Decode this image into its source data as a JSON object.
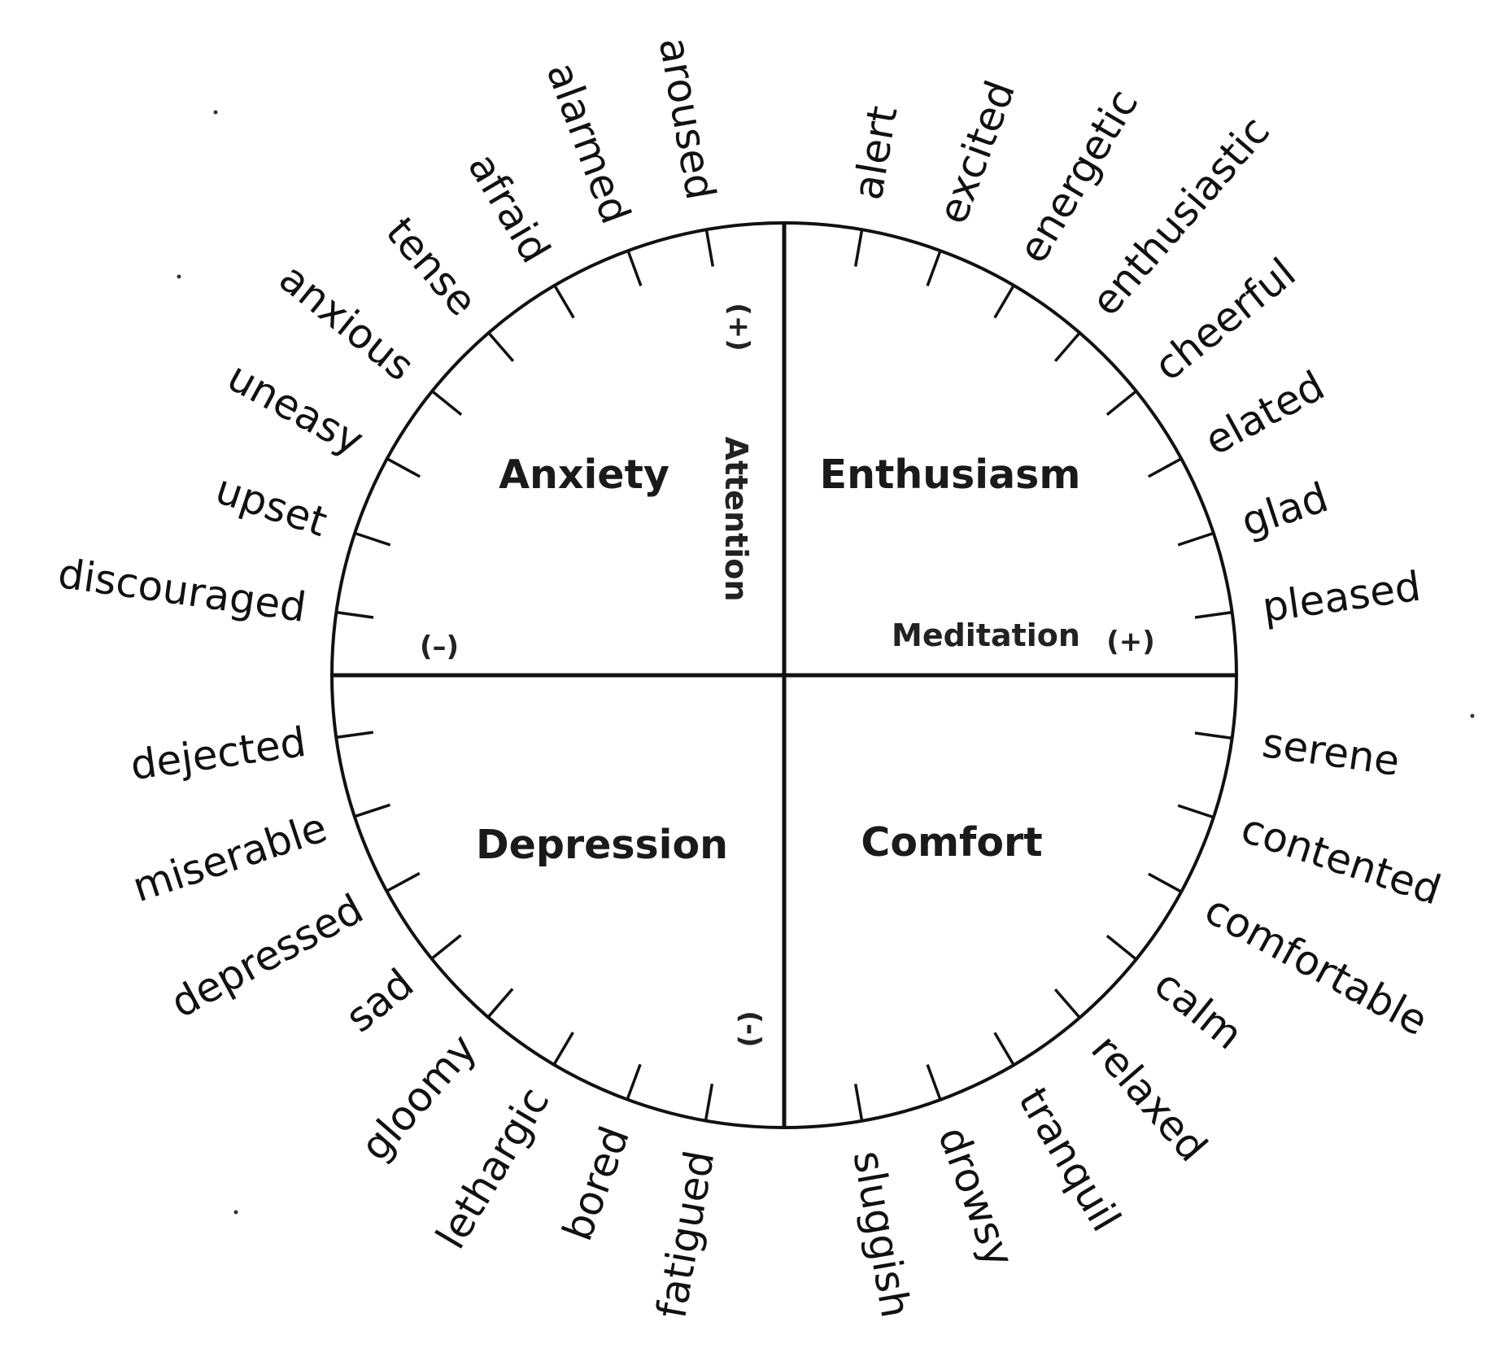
{
  "diagram": {
    "quadrants": {
      "top_left": "Anxiety",
      "top_right": "Enthusiasm",
      "bottom_left": "Depression",
      "bottom_right": "Comfort"
    },
    "axes": {
      "vertical": {
        "label": "Attention",
        "positive": "(+)",
        "negative": "(-)"
      },
      "horizontal": {
        "label": "Meditation",
        "positive": "(+)",
        "negative": "(–)"
      }
    },
    "emotions": {
      "top_left": [
        "discouraged",
        "upset",
        "uneasy",
        "anxious",
        "tense",
        "afraid",
        "alarmed",
        "aroused"
      ],
      "top_right": [
        "alert",
        "excited",
        "energetic",
        "enthusiastic",
        "cheerful",
        "elated",
        "glad",
        "pleased"
      ],
      "bottom_right": [
        "serene",
        "contented",
        "comfortable",
        "calm",
        "relaxed",
        "tranquil",
        "drowsy",
        "sluggish"
      ],
      "bottom_left": [
        "fatigued",
        "bored",
        "lethargic",
        "gloomy",
        "sad",
        "depressed",
        "miserable",
        "dejected"
      ]
    },
    "colors": {
      "ink": "#111111",
      "background": "#ffffff"
    }
  }
}
